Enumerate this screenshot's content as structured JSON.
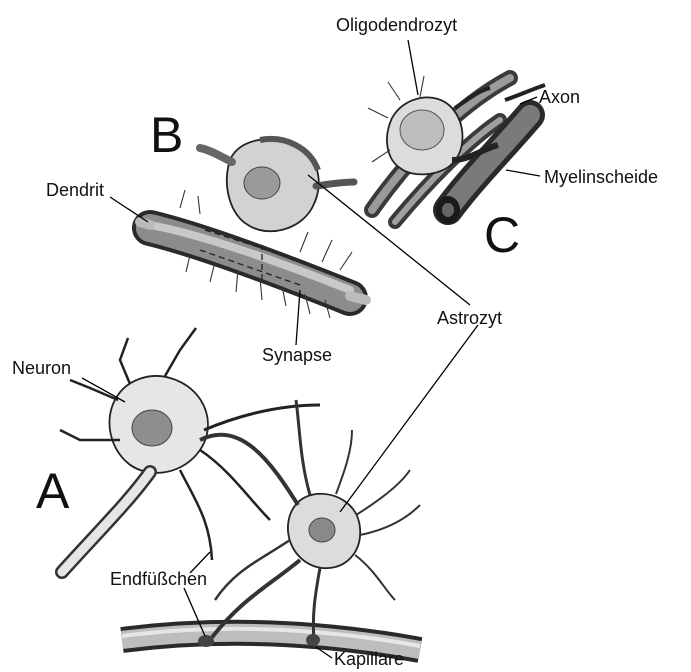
{
  "panels": {
    "a": "A",
    "b": "B",
    "c": "C"
  },
  "labels": {
    "oligodendrozyt": "Oligodendrozyt",
    "axon": "Axon",
    "myelinscheide": "Myelinscheide",
    "dendrit": "Dendrit",
    "astrozyt": "Astrozyt",
    "synapse": "Synapse",
    "neuron": "Neuron",
    "endfuesschen": "Endfüßchen",
    "kapillare": "Kapillare"
  },
  "colors": {
    "ink": "#222222",
    "cell_fill": "#e4e4e4",
    "nucleus": "#8a8a8a",
    "capillary": "#b8b8b8",
    "axon_dark": "#6a6a6a"
  }
}
